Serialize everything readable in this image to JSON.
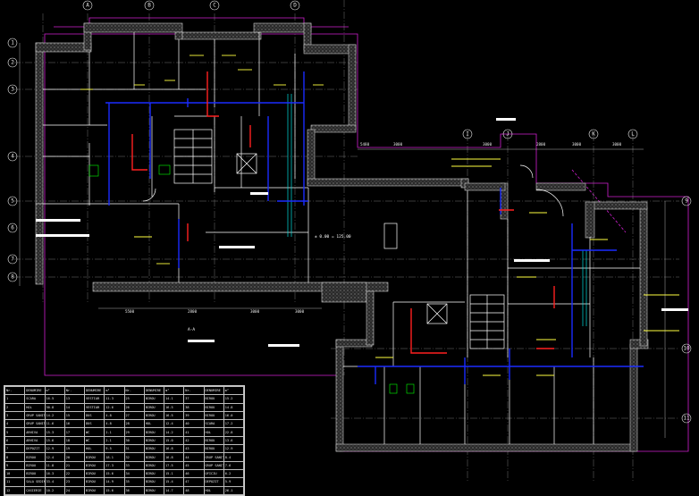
{
  "colors": {
    "background": "#000000",
    "wall": "#c8c8c8",
    "wall_hatch": "#5a5a5a",
    "partition": "#ffffff",
    "dimension": "#d9d9d9",
    "boundary": "#d020d0",
    "grid_axis": "#ffffff",
    "cold_water": "#1a2cff",
    "hot_water": "#ff2020",
    "riser": "#00e0e0",
    "annotation": "#ffff40",
    "device": "#00ff00"
  },
  "axes": {
    "top_left": [
      "A",
      "B",
      "C",
      "D"
    ],
    "top_right": [
      "I",
      "J",
      "K",
      "L"
    ],
    "left": [
      "1",
      "2",
      "3",
      "4",
      "5",
      "6",
      "7",
      "8"
    ],
    "right": [
      "9",
      "10",
      "11"
    ]
  },
  "dimensions": {
    "top_right": [
      "5480",
      "3000",
      "3000",
      "2800",
      "3000",
      "3000"
    ],
    "bottom_left": [
      "5500",
      "2800",
      "3000",
      "3000"
    ]
  },
  "labels": {
    "level_mark": "± 0.00 = 125.00",
    "section_ref": "A-A"
  },
  "legend": {
    "headers": [
      "Nr.",
      "DENUMIRE",
      "m²",
      "Nr.",
      "DENUMIRE",
      "m²",
      "Nr.",
      "DENUMIRE",
      "m²",
      "Nr.",
      "DENUMIRE",
      "m²"
    ],
    "rows": [
      [
        "1",
        "SCARA",
        "16.5",
        "13",
        "VESTIAR",
        "11.3",
        "25",
        "BIROU",
        "14.1",
        "37",
        "BIROU",
        "15.2"
      ],
      [
        "2",
        "HOL",
        "30.8",
        "14",
        "VESTIAR",
        "12.6",
        "26",
        "BIROU",
        "16.5",
        "38",
        "BIROU",
        "14.8"
      ],
      [
        "3",
        "GRUP SANITAR",
        "14.2",
        "15",
        "DUS",
        "4.8",
        "27",
        "BIROU",
        "16.5",
        "39",
        "BIROU",
        "16.0"
      ],
      [
        "4",
        "GRUP SANITAR",
        "11.6",
        "16",
        "DUS",
        "4.8",
        "28",
        "HOL",
        "12.4",
        "40",
        "SCARA",
        "17.2"
      ],
      [
        "5",
        "ARHIVA",
        "15.3",
        "17",
        "WC",
        "2.1",
        "29",
        "BIROU",
        "14.2",
        "41",
        "HOL",
        "22.8"
      ],
      [
        "6",
        "ARHIVA",
        "15.6",
        "18",
        "WC",
        "2.1",
        "30",
        "BIROU",
        "15.0",
        "42",
        "BIROU",
        "13.6"
      ],
      [
        "7",
        "DEPOZIT",
        "12.9",
        "19",
        "HOL",
        "9.5",
        "31",
        "BIROU",
        "16.8",
        "43",
        "BIROU",
        "12.9"
      ],
      [
        "8",
        "BIROU",
        "12.4",
        "20",
        "BIROU",
        "18.1",
        "32",
        "BIROU",
        "16.8",
        "44",
        "GRUP SANITAR",
        "8.4"
      ],
      [
        "9",
        "BIROU",
        "11.8",
        "21",
        "BIROU",
        "17.3",
        "33",
        "BIROU",
        "17.5",
        "45",
        "GRUP SANITAR",
        "7.6"
      ],
      [
        "10",
        "BIROU",
        "16.3",
        "22",
        "BIROU",
        "15.6",
        "34",
        "BIROU",
        "15.1",
        "46",
        "OFICIU",
        "6.2"
      ],
      [
        "11",
        "SALA SEDINTE",
        "33.4",
        "23",
        "BIROU",
        "14.9",
        "35",
        "BIROU",
        "15.4",
        "47",
        "DEPOZIT",
        "5.9"
      ],
      [
        "12",
        "CASIERIE",
        "10.2",
        "24",
        "BIROU",
        "15.6",
        "36",
        "BIROU",
        "14.7",
        "48",
        "HOL",
        "26.1"
      ]
    ]
  }
}
